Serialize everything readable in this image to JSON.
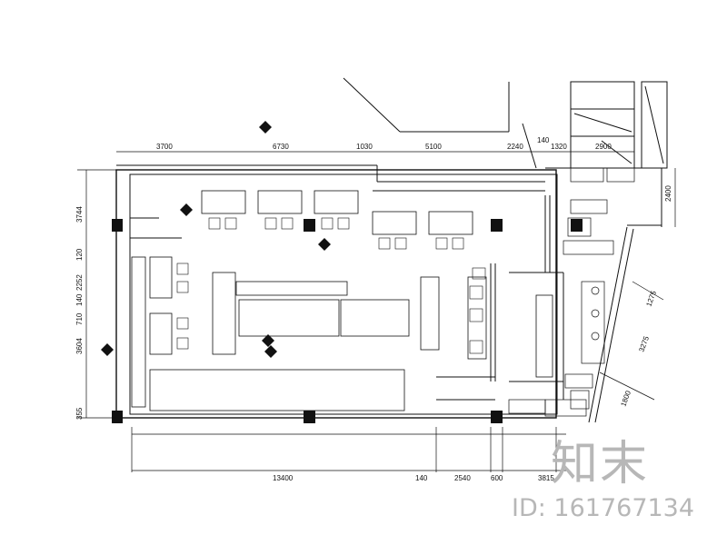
{
  "drawing": {
    "top_dimensions": [
      "3700",
      "6730",
      "1030",
      "5100",
      "2240",
      "140",
      "1320",
      "2900"
    ],
    "bottom_dimensions": [
      "13400",
      "140",
      "2540",
      "600",
      "3815"
    ],
    "left_dimensions": [
      "3744",
      "120",
      "2252",
      "140",
      "710",
      "3604",
      "355"
    ],
    "right_dimensions": [
      "2400",
      "1275",
      "3275",
      "1800"
    ]
  },
  "watermark": {
    "logo": "知末",
    "id": "ID: 161767134"
  },
  "colors": {
    "line": "#111111",
    "watermark": "#b7b7b7"
  }
}
